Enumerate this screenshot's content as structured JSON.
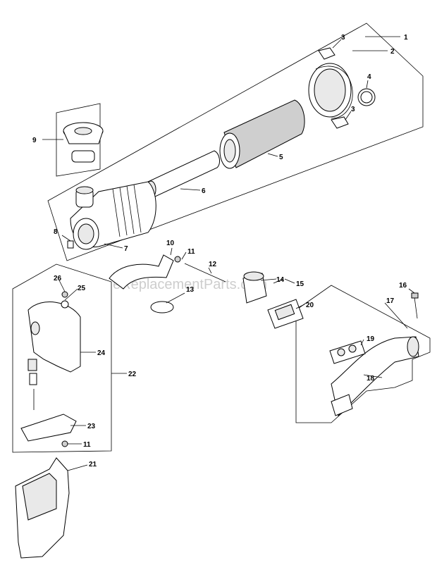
{
  "watermark": "eReplacementParts.com",
  "callouts": {
    "c1": "1",
    "c2": "2",
    "c3a": "3",
    "c3b": "3",
    "c4": "4",
    "c5": "5",
    "c6": "6",
    "c7": "7",
    "c8": "8",
    "c9": "9",
    "c10": "10",
    "c11a": "11",
    "c11b": "11",
    "c12": "12",
    "c13": "13",
    "c14": "14",
    "c15": "15",
    "c16": "16",
    "c17": "17",
    "c18": "18",
    "c19": "19",
    "c20": "20",
    "c21": "21",
    "c22": "22",
    "c23": "23",
    "c24": "24",
    "c25": "25",
    "c26": "26"
  }
}
